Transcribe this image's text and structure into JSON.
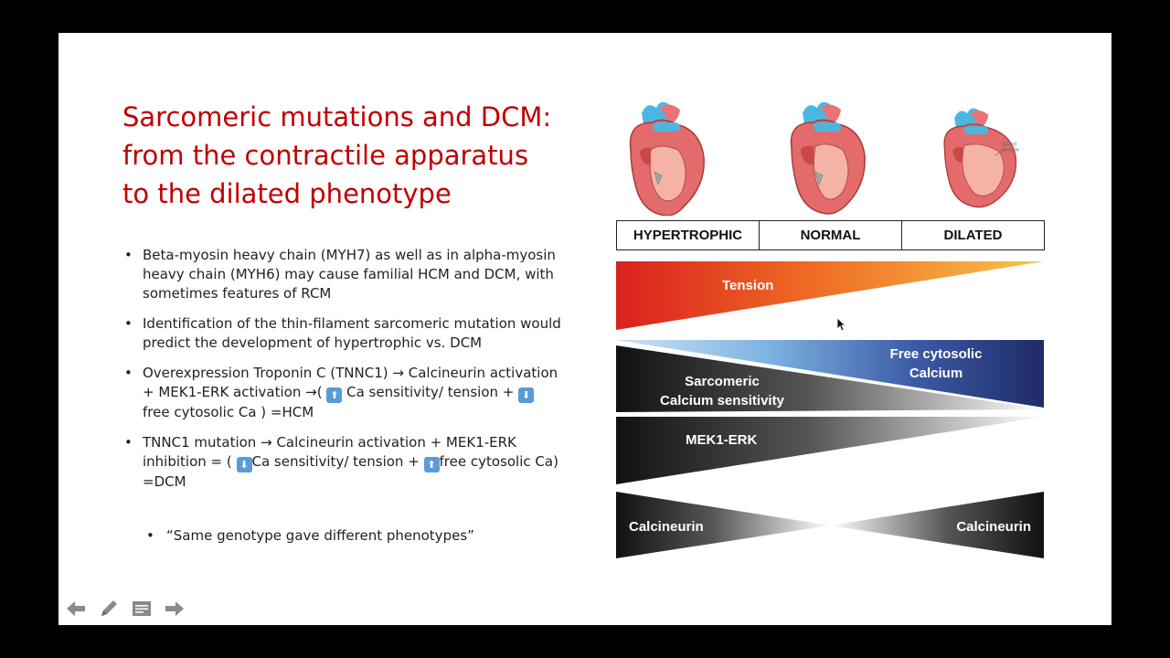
{
  "slide": {
    "title_line1": "Sarcomeric mutations and DCM:",
    "title_line2": "from the contractile apparatus",
    "title_line3": "to the dilated phenotype"
  },
  "bullets": {
    "b1": "Beta-myosin heavy chain (MYH7) as well as in alpha-myosin heavy chain (MYH6) may cause familial HCM and DCM, with sometimes features of RCM",
    "b2": "Identification of the thin-filament sarcomeric mutation would predict the development of hypertrophic vs. DCM",
    "b3_a": "Overexpression Troponin C (TNNC1) ",
    "b3_b": " Calcineurin activation + MEK1-ERK activation ",
    "b3_c": "( ",
    "b3_d": " Ca sensitivity/ tension + ",
    "b3_e": " free cytosolic Ca ) =HCM",
    "b4_a": "TNNC1 mutation ",
    "b4_b": " Calcineurin activation + MEK1-ERK inhibition = ( ",
    "b4_c": "Ca sensitivity/ tension + ",
    "b4_d": "free cytosolic Ca) =DCM",
    "sub": "“Same genotype gave different phenotypes”"
  },
  "figure": {
    "phenotypes": [
      "HYPERTROPHIC",
      "NORMAL",
      "DILATED"
    ],
    "dilated_annotation_1": "Dilated",
    "dilated_annotation_2": "ventricle",
    "tension": "Tension",
    "free_ca_1": "Free cytosolic",
    "free_ca_2": "Calcium",
    "sarcomeric_1": "Sarcomeric",
    "sarcomeric_2": "Calcium sensitivity",
    "mek": "MEK1-ERK",
    "calcineurin_left": "Calcineurin",
    "calcineurin_right": "Calcineurin"
  },
  "icons": {
    "arrow_right": "right-arrow-icon",
    "up_arrow": "up-arrow-icon",
    "down_arrow": "down-arrow-icon",
    "nav": [
      "left-arrow-icon",
      "pencil-icon",
      "notes-icon",
      "right-arrow-icon"
    ]
  },
  "colors": {
    "title": "#c00000",
    "tension_start": "#d9211e",
    "tension_end": "#f4b183",
    "blue_light": "#9dc3e6",
    "blue_dark": "#1f2a68",
    "heart_red": "#e36b6b",
    "vessel_blue": "#4ab7e0"
  }
}
